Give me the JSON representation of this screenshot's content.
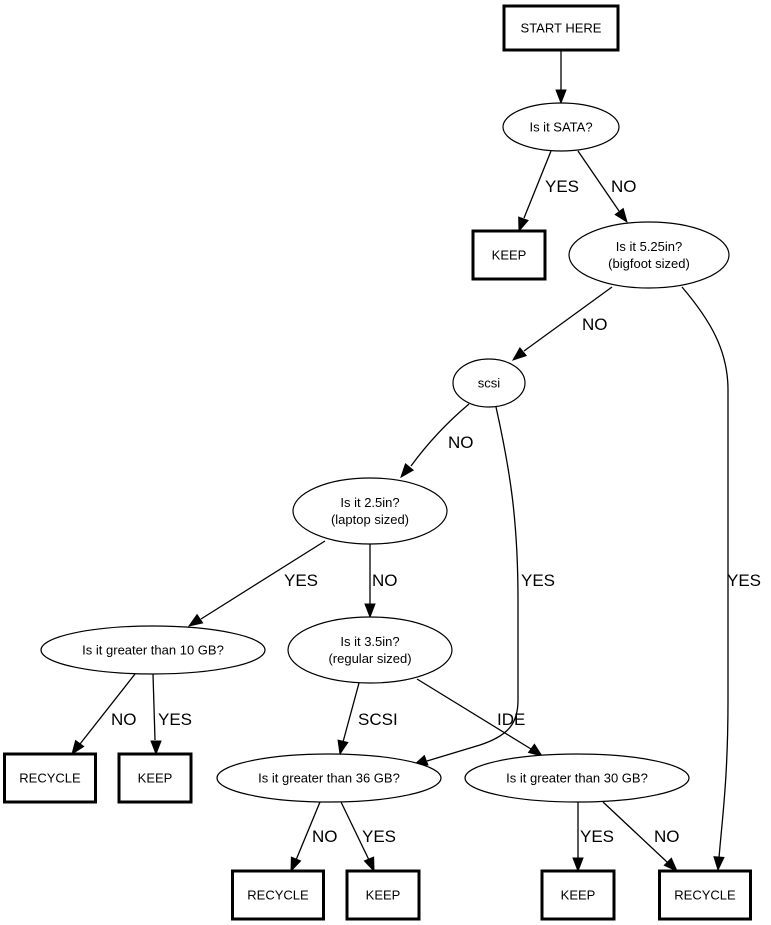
{
  "diagram": {
    "type": "flowchart",
    "title": "Hard drive keep/recycle decision tree",
    "nodes": [
      {
        "id": "start",
        "shape": "box",
        "lines": [
          "START HERE"
        ]
      },
      {
        "id": "sata",
        "shape": "ellipse",
        "lines": [
          "Is it SATA?"
        ]
      },
      {
        "id": "keep1",
        "shape": "box",
        "lines": [
          "KEEP"
        ]
      },
      {
        "id": "bigfoot",
        "shape": "ellipse",
        "lines": [
          "Is it 5.25in?",
          "(bigfoot sized)"
        ]
      },
      {
        "id": "scsi",
        "shape": "ellipse",
        "lines": [
          "scsi"
        ]
      },
      {
        "id": "laptop",
        "shape": "ellipse",
        "lines": [
          "Is it 2.5in?",
          "(laptop sized)"
        ]
      },
      {
        "id": "gt10",
        "shape": "ellipse",
        "lines": [
          "Is it greater than 10 GB?"
        ]
      },
      {
        "id": "regular",
        "shape": "ellipse",
        "lines": [
          "Is it 3.5in?",
          "(regular sized)"
        ]
      },
      {
        "id": "recycle1",
        "shape": "box",
        "lines": [
          "RECYCLE"
        ]
      },
      {
        "id": "keep2",
        "shape": "box",
        "lines": [
          "KEEP"
        ]
      },
      {
        "id": "gt36",
        "shape": "ellipse",
        "lines": [
          "Is it greater than 36 GB?"
        ]
      },
      {
        "id": "gt30",
        "shape": "ellipse",
        "lines": [
          "Is it greater than 30 GB?"
        ]
      },
      {
        "id": "recycle2",
        "shape": "box",
        "lines": [
          "RECYCLE"
        ]
      },
      {
        "id": "keep3",
        "shape": "box",
        "lines": [
          "KEEP"
        ]
      },
      {
        "id": "keep4",
        "shape": "box",
        "lines": [
          "KEEP"
        ]
      },
      {
        "id": "recycle3",
        "shape": "box",
        "lines": [
          "RECYCLE"
        ]
      }
    ],
    "edges": [
      {
        "from": "start",
        "to": "sata",
        "label": ""
      },
      {
        "from": "sata",
        "to": "keep1",
        "label": "YES"
      },
      {
        "from": "sata",
        "to": "bigfoot",
        "label": "NO"
      },
      {
        "from": "bigfoot",
        "to": "scsi",
        "label": "NO"
      },
      {
        "from": "bigfoot",
        "to": "recycle3",
        "label": "YES"
      },
      {
        "from": "scsi",
        "to": "laptop",
        "label": "NO"
      },
      {
        "from": "scsi",
        "to": "gt36",
        "label": "YES"
      },
      {
        "from": "laptop",
        "to": "gt10",
        "label": "YES"
      },
      {
        "from": "laptop",
        "to": "regular",
        "label": "NO"
      },
      {
        "from": "gt10",
        "to": "recycle1",
        "label": "NO"
      },
      {
        "from": "gt10",
        "to": "keep2",
        "label": "YES"
      },
      {
        "from": "regular",
        "to": "gt36",
        "label": "SCSI"
      },
      {
        "from": "regular",
        "to": "gt30",
        "label": "IDE"
      },
      {
        "from": "gt36",
        "to": "recycle2",
        "label": "NO"
      },
      {
        "from": "gt36",
        "to": "keep3",
        "label": "YES"
      },
      {
        "from": "gt30",
        "to": "keep4",
        "label": "YES"
      },
      {
        "from": "gt30",
        "to": "recycle3",
        "label": "NO"
      }
    ]
  }
}
